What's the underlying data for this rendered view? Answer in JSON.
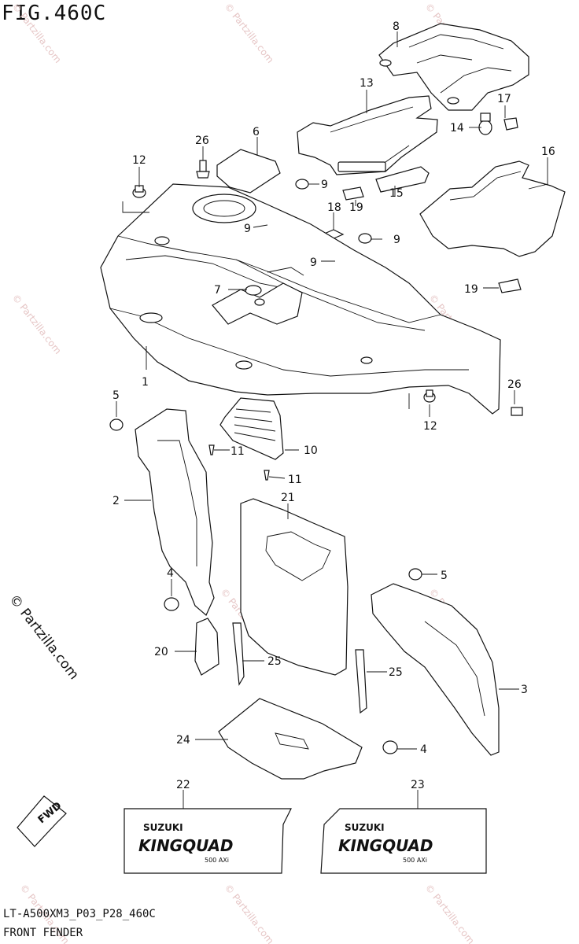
{
  "figure": {
    "title": "FIG.460C",
    "code": "LT-A500XM3_P03_P28_460C",
    "name": "FRONT FENDER",
    "copyright": "© Partzilla.com",
    "watermark": "© Partzilla.com",
    "fwd_label": "FWD"
  },
  "callouts": {
    "c1": "1",
    "c2": "2",
    "c3": "3",
    "c4a": "4",
    "c4b": "4",
    "c5a": "5",
    "c5b": "5",
    "c6": "6",
    "c7": "7",
    "c8": "8",
    "c9a": "9",
    "c9b": "9",
    "c9c": "9",
    "c9d": "9",
    "c10": "10",
    "c11a": "11",
    "c11b": "11",
    "c12a": "12",
    "c12b": "12",
    "c13": "13",
    "c14": "14",
    "c15": "15",
    "c16": "16",
    "c17": "17",
    "c18": "18",
    "c19a": "19",
    "c19b": "19",
    "c20": "20",
    "c21": "21",
    "c22": "22",
    "c23": "23",
    "c24": "24",
    "c25a": "25",
    "c25b": "25",
    "c26a": "26",
    "c26b": "26"
  },
  "decals": {
    "brand": "SUZUKI",
    "model": "KINGQUAD",
    "variant": "500 AXi"
  }
}
